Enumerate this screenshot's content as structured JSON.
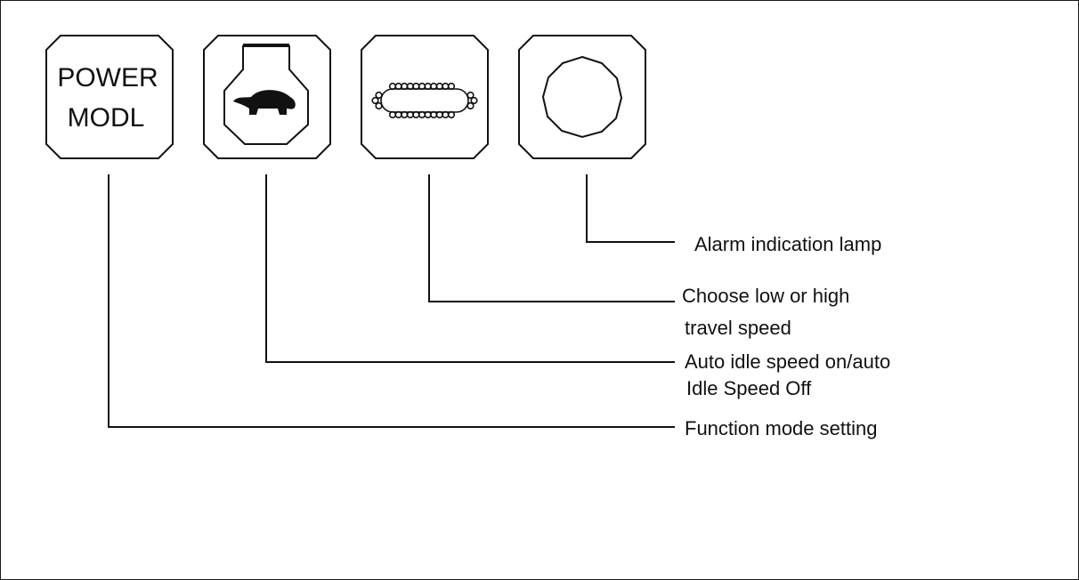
{
  "buttons": [
    {
      "name": "power-mode-button",
      "line1": "POWER",
      "line2": "MODL",
      "icon": "power-mode-text"
    },
    {
      "name": "auto-idle-button",
      "icon": "turtle-icon"
    },
    {
      "name": "travel-speed-button",
      "icon": "track-icon"
    },
    {
      "name": "alarm-lamp",
      "icon": "octagon-lamp-icon"
    }
  ],
  "callouts": {
    "alarm": "Alarm indication lamp",
    "travel_line1": "Choose low or high",
    "travel_line2": "travel speed",
    "idle_line1": "Auto idle speed on/auto",
    "idle_line2": "Idle Speed Off",
    "function": "Function mode setting"
  },
  "colors": {
    "ink": "#111111",
    "background": "#ffffff"
  }
}
